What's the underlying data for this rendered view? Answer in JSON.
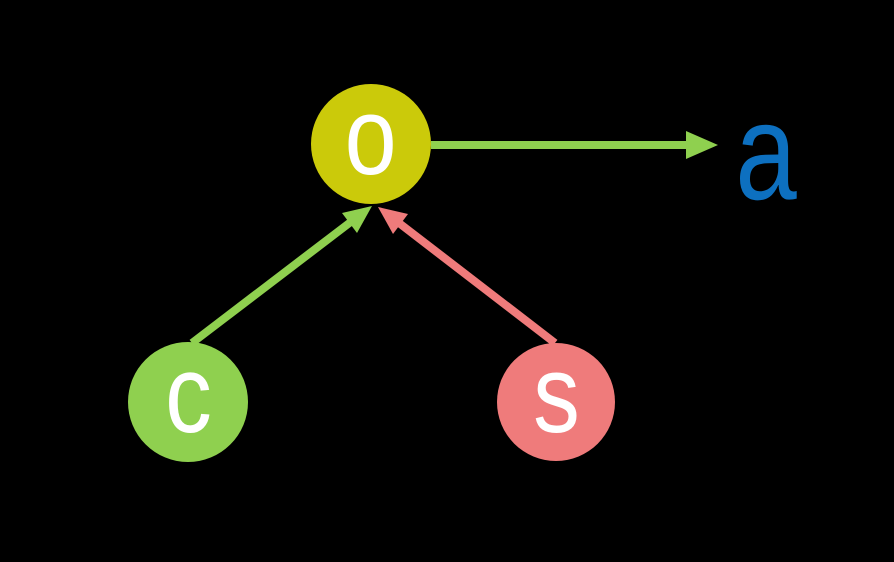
{
  "canvas": {
    "background": "#000000",
    "description": "Node-link diagram: circles c and s point to circle o, which points to letter a"
  },
  "nodes": {
    "o": {
      "label": "o",
      "fill": "#cbca0a",
      "label_color": "#ffffff"
    },
    "c": {
      "label": "c",
      "fill": "#8fd04f",
      "label_color": "#ffffff"
    },
    "s": {
      "label": "s",
      "fill": "#ef7b7b",
      "label_color": "#ffffff"
    },
    "a": {
      "label": "a",
      "color": "#0d70c0"
    }
  },
  "edges": {
    "o_to_a": {
      "from": "o",
      "to": "a",
      "color": "#8fd04f",
      "direction": "right"
    },
    "c_to_o": {
      "from": "c",
      "to": "o",
      "color": "#8fd04f",
      "direction": "up-right"
    },
    "s_to_o": {
      "from": "s",
      "to": "o",
      "color": "#ef7b7b",
      "direction": "up-left"
    }
  }
}
